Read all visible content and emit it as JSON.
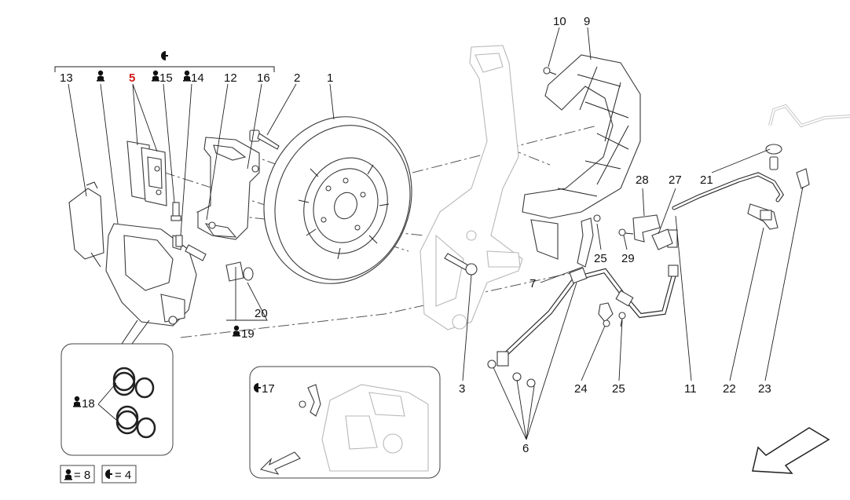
{
  "diagram": {
    "top_group_symbol": "torque-symbol",
    "labels": {
      "p1": "1",
      "p2": "2",
      "p3": "3",
      "p5": "5",
      "p6": "6",
      "p7": "7",
      "p9": "9",
      "p10": "10",
      "p11": "11",
      "p12": "12",
      "p13": "13",
      "p14": "14",
      "p15": "15",
      "p16": "16",
      "p17": "17",
      "p18": "18",
      "p19": "19",
      "p20": "20",
      "p21": "21",
      "p22": "22",
      "p23": "23",
      "p24": "24",
      "p25a": "25",
      "p25b": "25",
      "p27": "27",
      "p28": "28",
      "p29": "29"
    },
    "highlight_label": "p5",
    "highlight_color": "#d21b1b"
  },
  "legend": {
    "kit_value": "= 8",
    "torque_value": "= 4"
  }
}
